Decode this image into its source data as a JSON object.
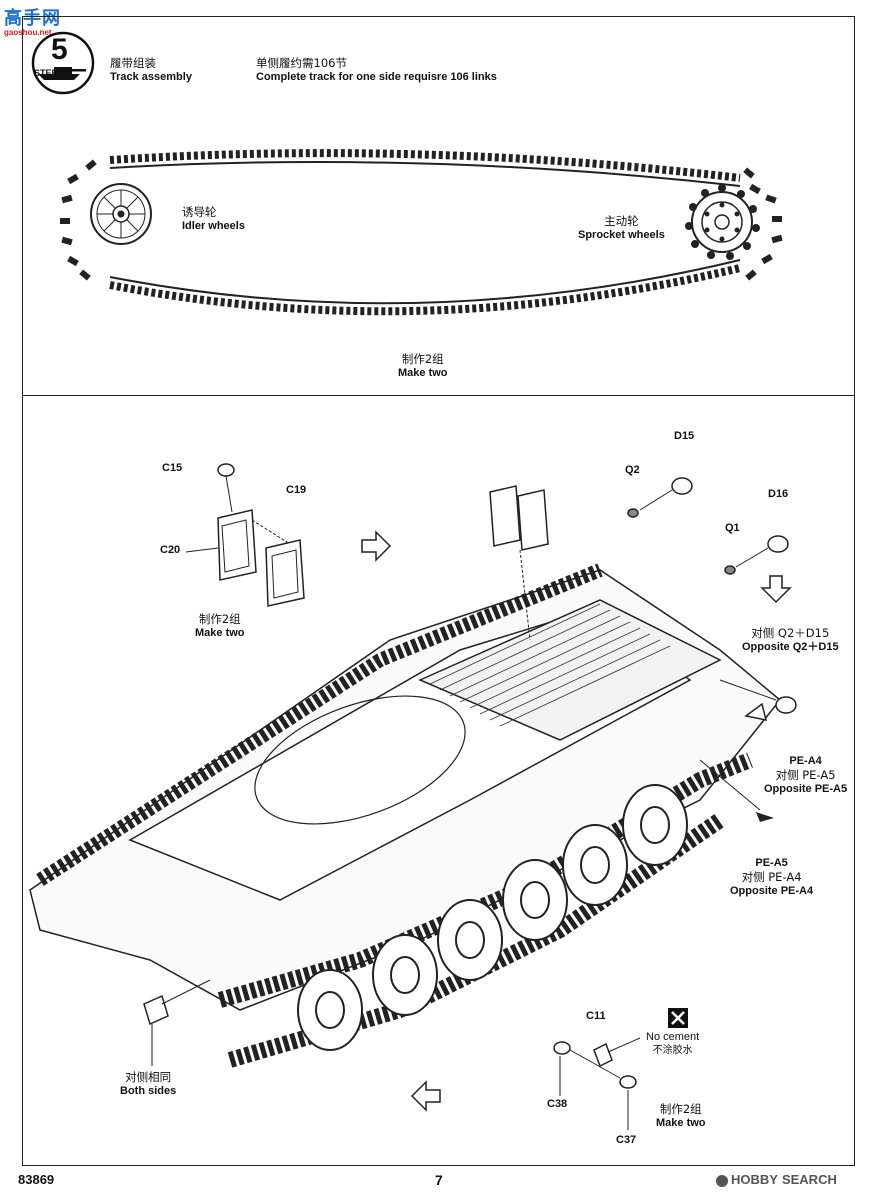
{
  "watermark_top": {
    "cn": "高手网",
    "domain": "gaoshou.net"
  },
  "watermark_bottom": {
    "brand": "HOBBY",
    "rest": "SEARCH"
  },
  "step": {
    "label": "STEP",
    "number": "5"
  },
  "header": {
    "title_zh": "履带组装",
    "title_en": "Track assembly",
    "note_zh": "单侧履约需106节",
    "note_en": "Complete track for one side requisre 106 links"
  },
  "track": {
    "idler_zh": "诱导轮",
    "idler_en": "Idler wheels",
    "sprocket_zh": "主动轮",
    "sprocket_en": "Sprocket wheels",
    "make_zh": "制作2组",
    "make_en": "Make two"
  },
  "cans": {
    "c15": "C15",
    "c19": "C19",
    "c20": "C20",
    "make_zh": "制作2组",
    "make_en": "Make two"
  },
  "top_right_parts": {
    "d15": "D15",
    "q2": "Q2",
    "d16": "D16",
    "q1": "Q1",
    "opp_zh": "对侧 Q2＋D15",
    "opp_en": "Opposite Q2＋D15"
  },
  "pe": {
    "a4_title": "PE-A4",
    "a4_zh": "对侧 PE-A5",
    "a4_en": "Opposite PE-A5",
    "a5_title": "PE-A5",
    "a5_zh": "对侧 PE-A4",
    "a5_en": "Opposite PE-A4"
  },
  "both_sides": {
    "zh": "对侧相同",
    "en": "Both sides"
  },
  "no_cement": {
    "en": "No cement",
    "zh": "不涂胶水"
  },
  "bottom_parts": {
    "c11": "C11",
    "c38": "C38",
    "c37": "C37",
    "make_zh": "制作2组",
    "make_en": "Make two"
  },
  "footer": {
    "code": "83869",
    "page": "7"
  }
}
